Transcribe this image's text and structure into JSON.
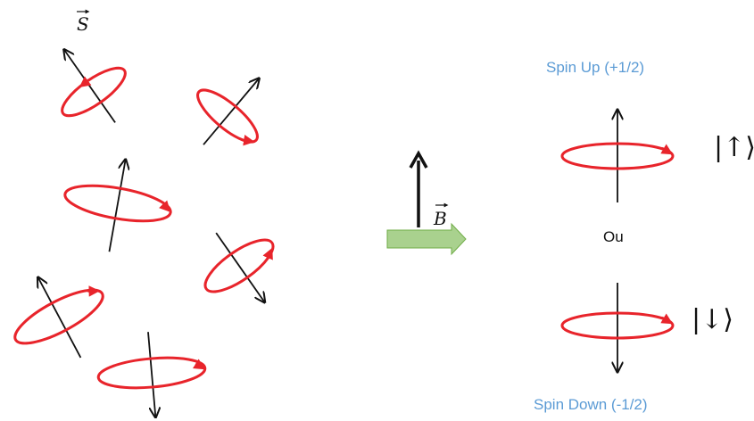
{
  "labels": {
    "spin_vector": "S",
    "field": "B",
    "spin_up": "Spin Up (+1/2)",
    "or": "Ou",
    "spin_down": "Spin Down (-1/2)",
    "ket_up": "|↑⟩",
    "ket_down": "|↓⟩"
  },
  "colors": {
    "precession": "#e8242b",
    "arrow_green": "#a9d18e",
    "arrow_green_edge": "#70ad47",
    "caption_blue": "#5b9bd5",
    "ink": "#111111"
  },
  "random_spins": [
    {
      "name": "spin-1",
      "tilt_deg": -35
    },
    {
      "name": "spin-2",
      "tilt_deg": 40
    },
    {
      "name": "spin-3",
      "tilt_deg": 10
    },
    {
      "name": "spin-4",
      "tilt_deg": 145
    },
    {
      "name": "spin-5",
      "tilt_deg": -28
    },
    {
      "name": "spin-6",
      "tilt_deg": 175
    }
  ],
  "aligned_spins": [
    {
      "name": "spin-up",
      "orientation": "up"
    },
    {
      "name": "spin-down",
      "orientation": "down"
    }
  ]
}
